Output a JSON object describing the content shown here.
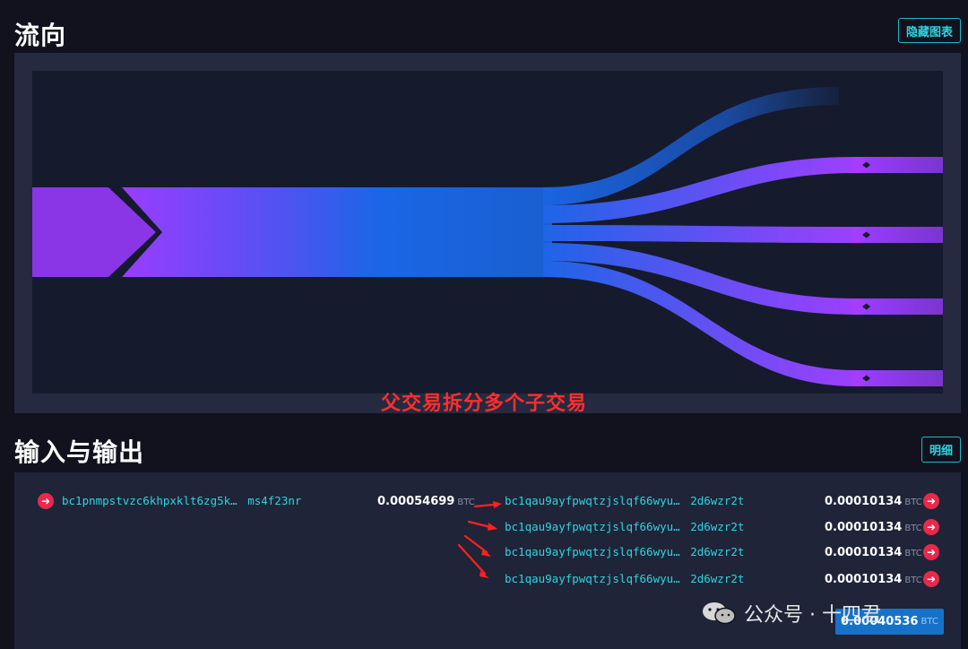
{
  "flow_section": {
    "title": "流向",
    "hide_chart_button": "隐藏图表",
    "annotation": "父交易拆分多个子交易"
  },
  "io_section": {
    "title": "输入与输出",
    "detail_button": "明细",
    "unit": "BTC",
    "input": {
      "address_start": "bc1pnmpstvzc6khpxklt6zg5k…",
      "address_end": "ms4f23nr",
      "amount": "0.00054699"
    },
    "outputs": [
      {
        "address_start": "bc1qau9ayfpwqtzjslqf66wyu…",
        "address_end": "2d6wzr2t",
        "amount": "0.00010134"
      },
      {
        "address_start": "bc1qau9ayfpwqtzjslqf66wyu…",
        "address_end": "2d6wzr2t",
        "amount": "0.00010134"
      },
      {
        "address_start": "bc1qau9ayfpwqtzjslqf66wyu…",
        "address_end": "2d6wzr2t",
        "amount": "0.00010134"
      },
      {
        "address_start": "bc1qau9ayfpwqtzjslqf66wyu…",
        "address_end": "2d6wzr2t",
        "amount": "0.00010134"
      }
    ],
    "total_amount": "0.00040536",
    "total_unit": "BTC"
  },
  "watermark": {
    "text": "公众号 · 十四君"
  },
  "colors": {
    "accent": "#2fd3e0",
    "flow_purple": "#9a3cff",
    "flow_blue": "#1a66e6",
    "annotation_red": "#ff2e2e",
    "arrow_red": "#e8294a",
    "total_blue": "#1672c8"
  }
}
